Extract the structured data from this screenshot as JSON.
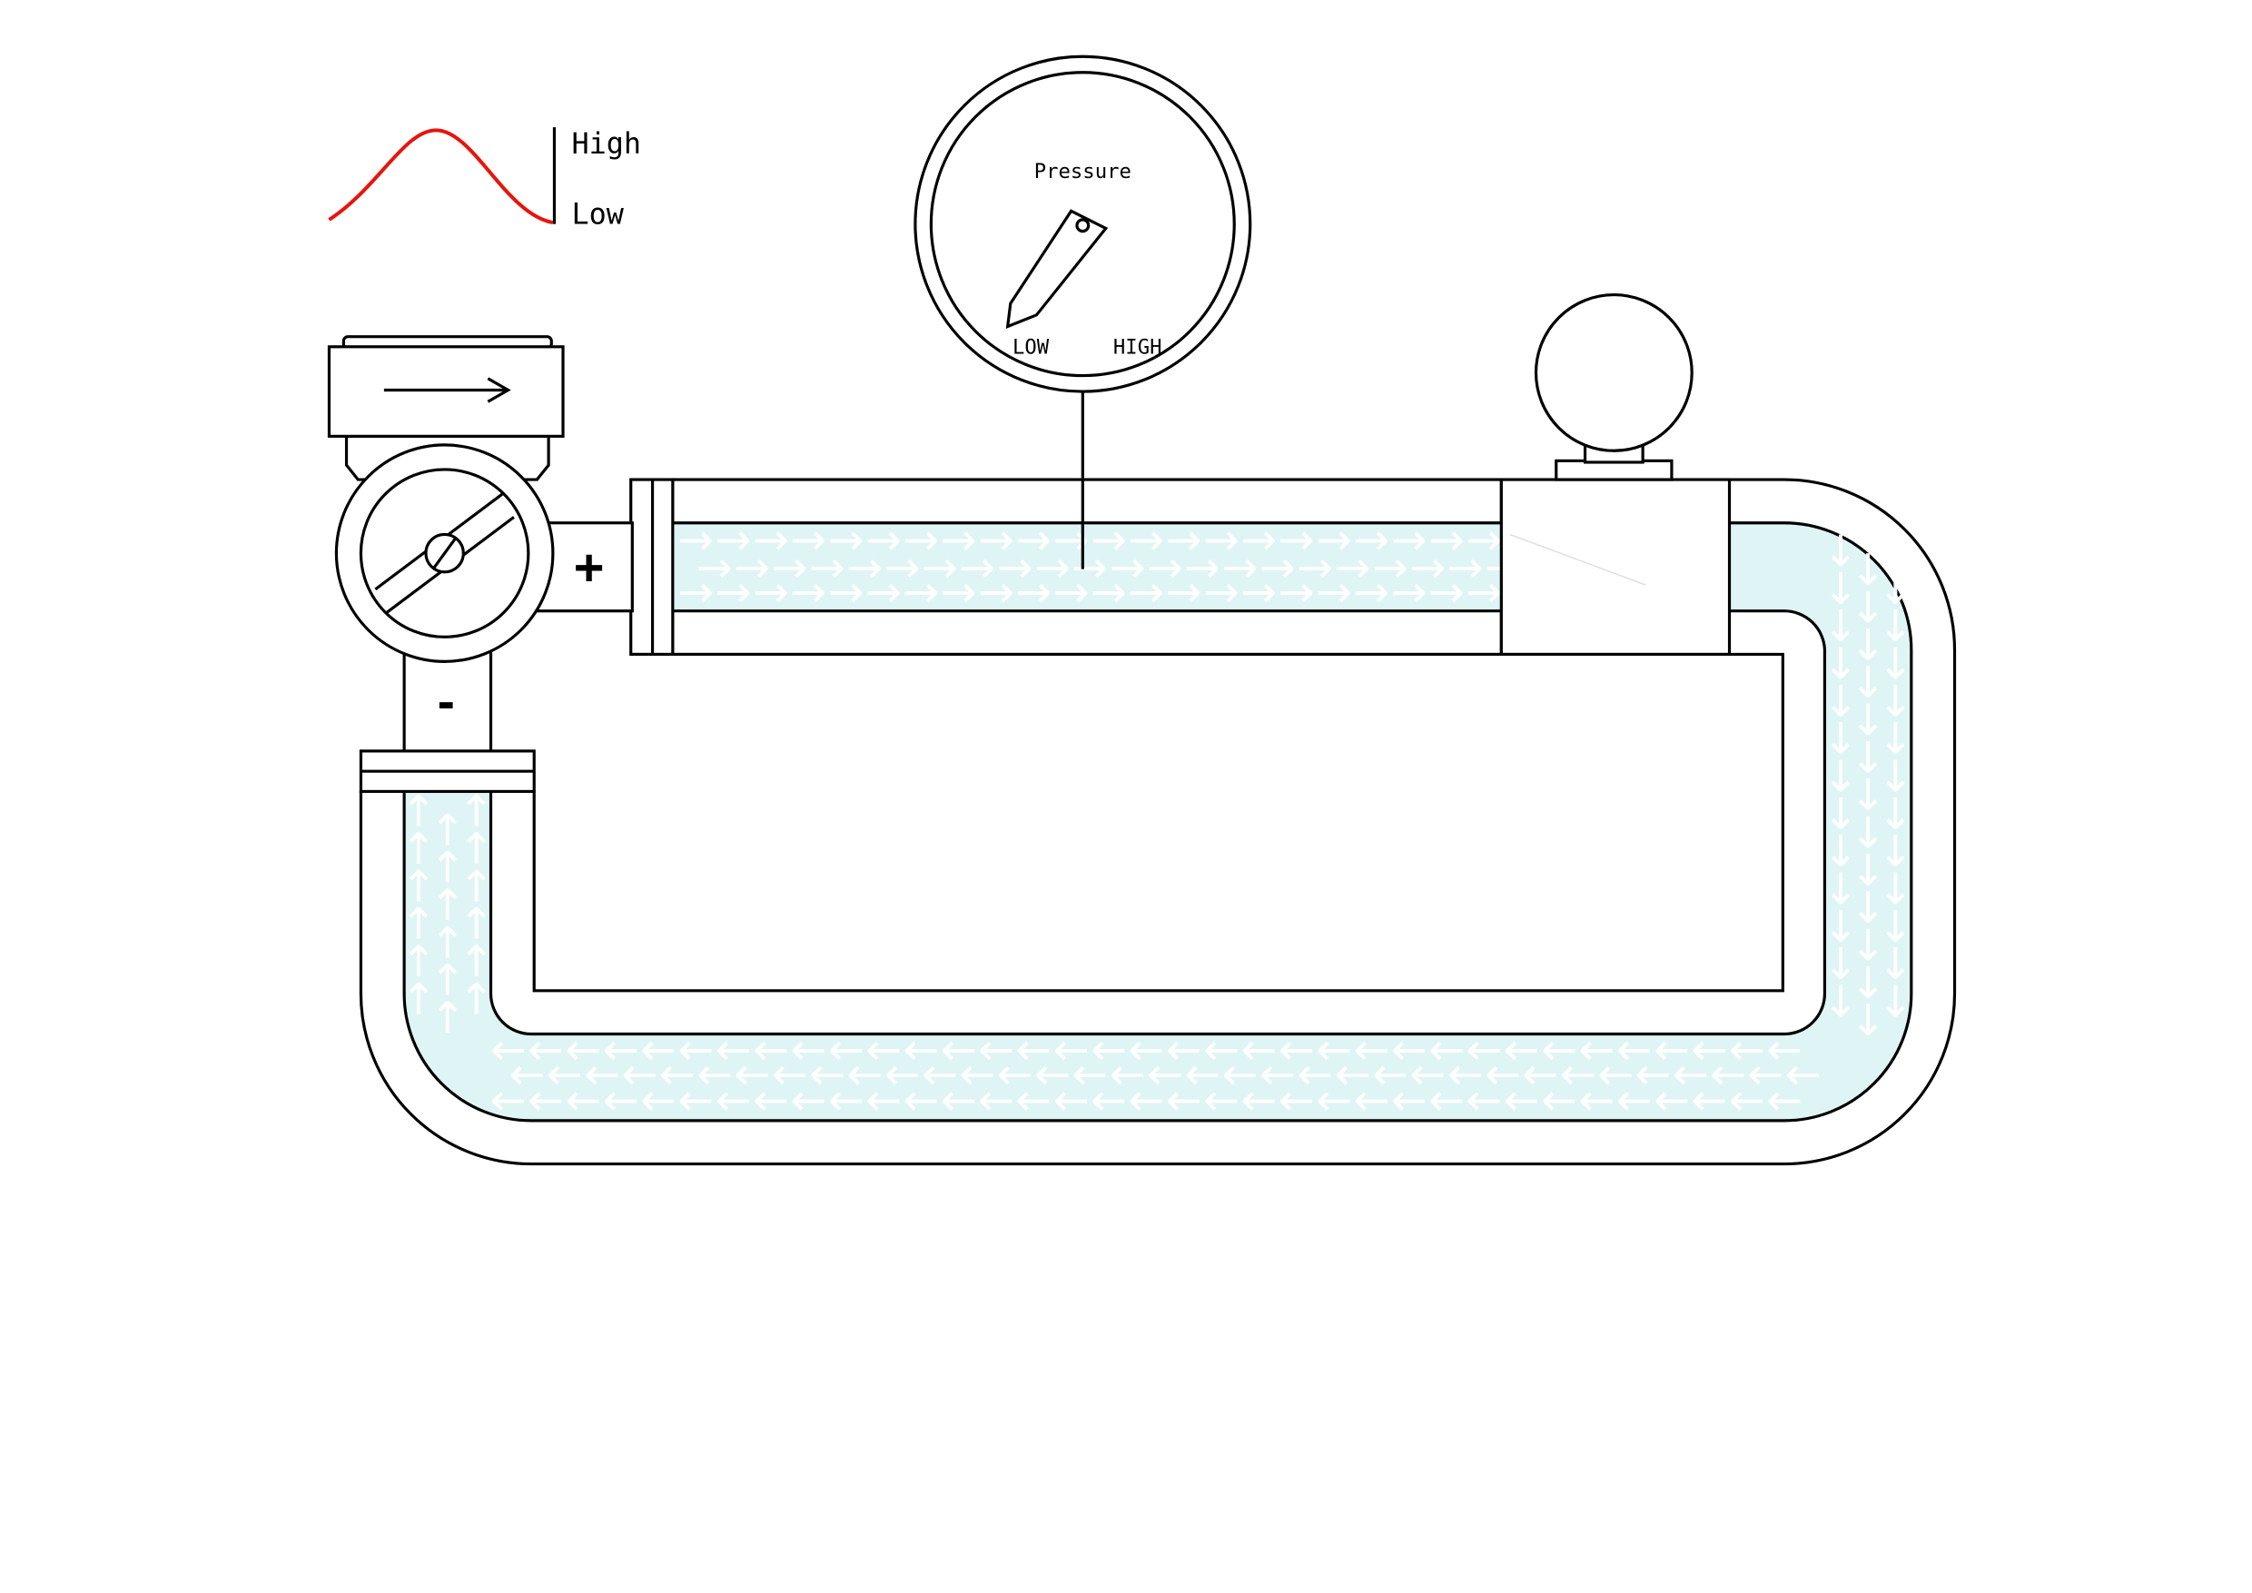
{
  "legend": {
    "high_label": "High",
    "low_label": "Low",
    "wave_color": "#e8140c"
  },
  "gauge": {
    "title": "Pressure",
    "low_label": "LOW",
    "high_label": "HIGH"
  },
  "pump": {
    "plus_label": "+",
    "minus_label": "-"
  },
  "colors": {
    "water": "#dff4f5",
    "outline": "#000000"
  },
  "flow_symbols": {
    "right": "→",
    "left": "←",
    "up": "↑",
    "down": "↓"
  }
}
